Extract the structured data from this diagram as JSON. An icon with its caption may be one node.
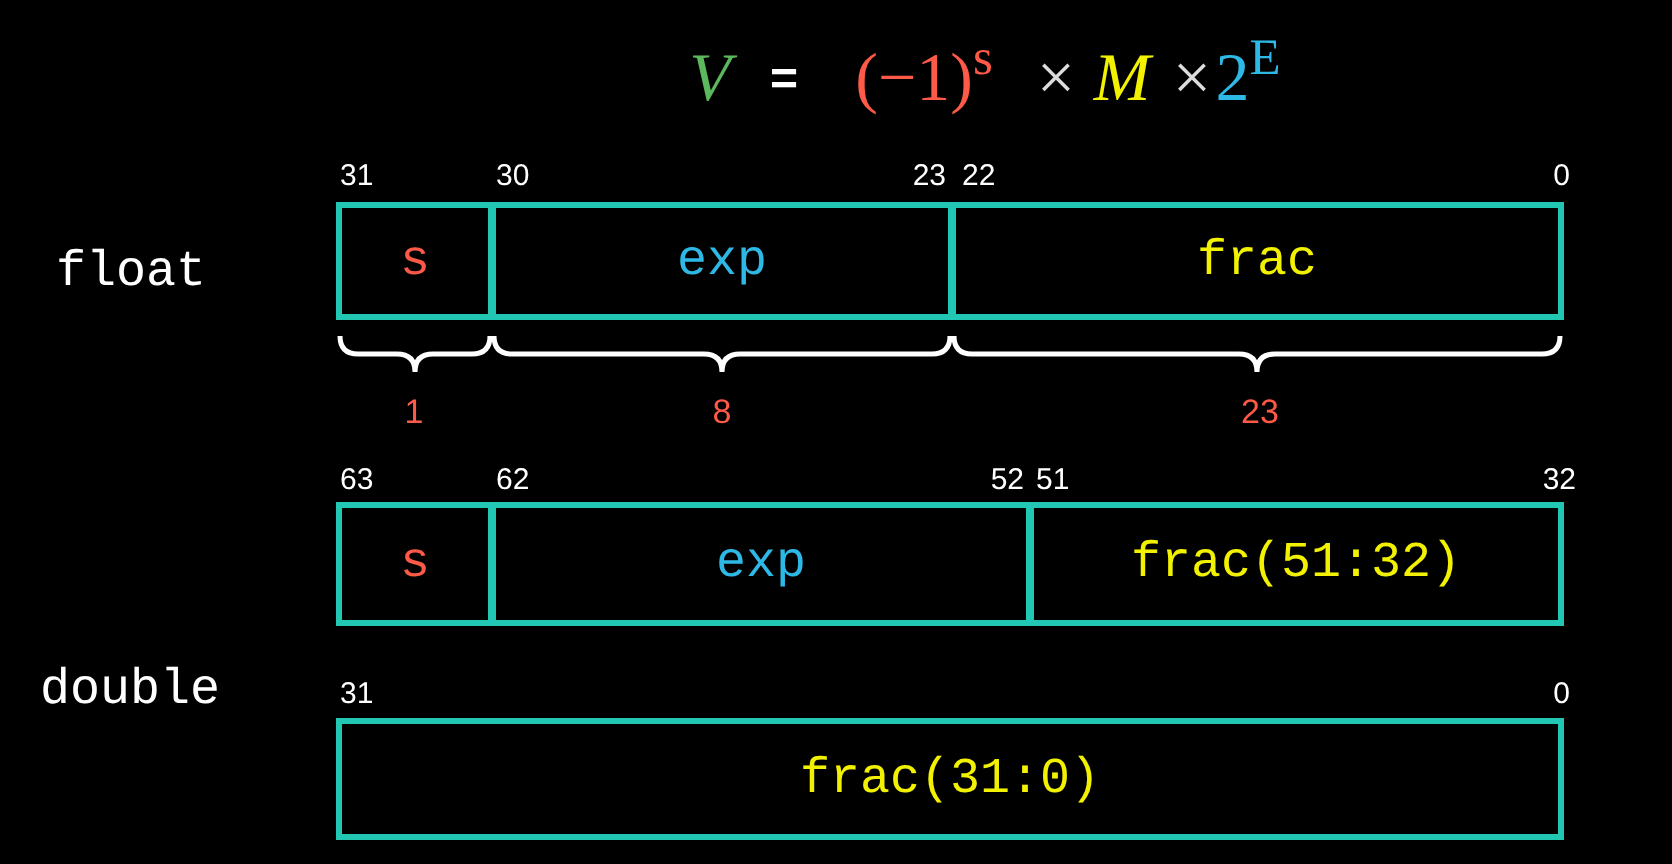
{
  "diagram": {
    "nodes": [
      {
        "text": [
          "s"
        ]
      },
      {
        "text": [
          "exp"
        ]
      },
      {
        "text": [
          "frac"
        ]
      },
      {
        "text": [
          "s"
        ]
      },
      {
        "text": [
          "exp"
        ]
      },
      {
        "text": [
          "frac(51:32)"
        ]
      },
      {
        "text": [
          "frac(31:0)"
        ]
      }
    ],
    "labels": [
      "V",
      "=",
      "(−1)$^{s}$",
      "×",
      "M",
      "×",
      "2$^{E}$",
      "31",
      "30",
      "23",
      "22",
      "0",
      "float",
      "1",
      "8",
      "23",
      "63",
      "62",
      "52",
      "51",
      "32",
      "double",
      "31",
      "0"
    ]
  }
}
